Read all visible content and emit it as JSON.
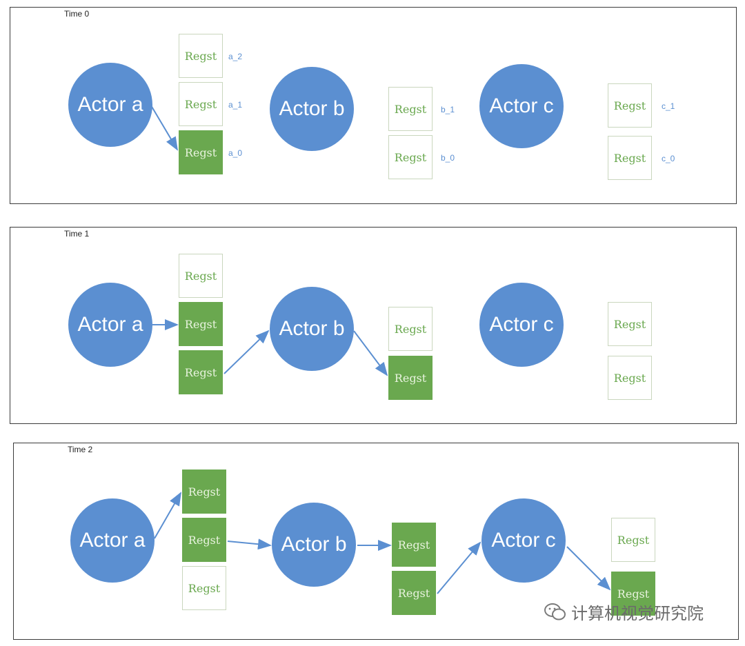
{
  "panels": [
    {
      "title": "Time 0",
      "actors": [
        "Actor a",
        "Actor b",
        "Actor c"
      ],
      "regsts": [
        {
          "label": "Regst",
          "id": "a_2",
          "filled": false
        },
        {
          "label": "Regst",
          "id": "a_1",
          "filled": false
        },
        {
          "label": "Regst",
          "id": "a_0",
          "filled": true
        },
        {
          "label": "Regst",
          "id": "b_1",
          "filled": false
        },
        {
          "label": "Regst",
          "id": "b_0",
          "filled": false
        },
        {
          "label": "Regst",
          "id": "c_1",
          "filled": false
        },
        {
          "label": "Regst",
          "id": "c_0",
          "filled": false
        }
      ]
    },
    {
      "title": "Time 1",
      "actors": [
        "Actor a",
        "Actor b",
        "Actor c"
      ],
      "regsts": [
        {
          "label": "Regst",
          "filled": false
        },
        {
          "label": "Regst",
          "filled": true
        },
        {
          "label": "Regst",
          "filled": true
        },
        {
          "label": "Regst",
          "filled": false
        },
        {
          "label": "Regst",
          "filled": true
        },
        {
          "label": "Regst",
          "filled": false
        },
        {
          "label": "Regst",
          "filled": false
        }
      ]
    },
    {
      "title": "Time 2",
      "actors": [
        "Actor a",
        "Actor b",
        "Actor c"
      ],
      "regsts": [
        {
          "label": "Regst",
          "filled": true
        },
        {
          "label": "Regst",
          "filled": true
        },
        {
          "label": "Regst",
          "filled": false
        },
        {
          "label": "Regst",
          "filled": true
        },
        {
          "label": "Regst",
          "filled": true
        },
        {
          "label": "Regst",
          "filled": false
        },
        {
          "label": "Regst",
          "filled": true
        }
      ]
    }
  ],
  "watermark": "计算机视觉研究院",
  "colors": {
    "actor": "#5b8fd1",
    "regst_filled": "#6aa84f",
    "arrow": "#5b8fd1"
  }
}
